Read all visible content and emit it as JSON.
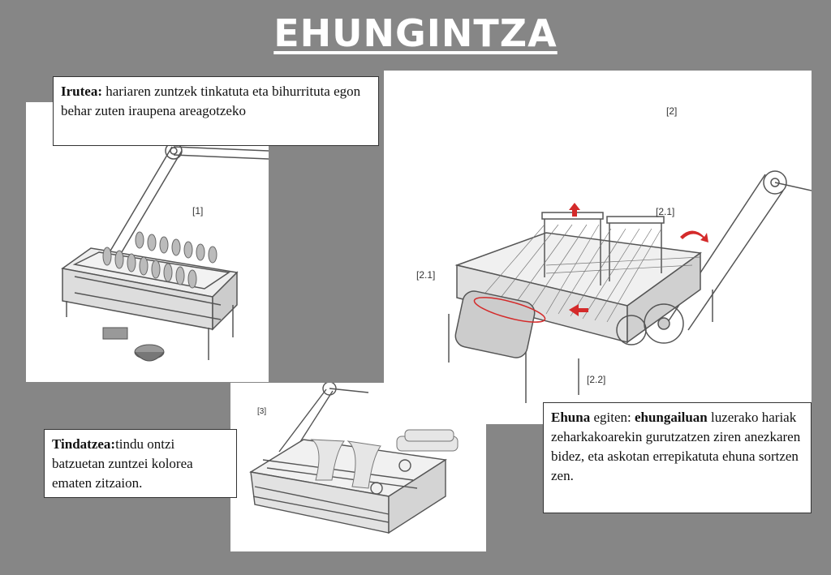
{
  "title": "EHUNGINTZA",
  "figures": {
    "fig1_label": "[1]",
    "fig2_label": "[2]",
    "fig2_sub1a": "[2.1]",
    "fig2_sub1b": "[2.1]",
    "fig2_sub2": "[2.2]",
    "fig3_label": "[3]"
  },
  "captions": {
    "irutea": {
      "term": "Irutea:",
      "text": " hariaren zuntzek tinkatuta eta bihurrituta egon behar zuten iraupena areagotzeko"
    },
    "tindatzea": {
      "term": "Tindatzea:",
      "text": "tindu ontzi batzuetan zuntzei kolorea ematen zitzaion."
    },
    "ehuna": {
      "term1": "Ehuna",
      "mid": " egiten: ",
      "term2": "ehungailuan",
      "text": " luzerako hariak zeharkakoarekin gurutzatzen ziren anezkaren bidez, eta askotan errepikatuta ehuna sortzen zen."
    }
  },
  "colors": {
    "background": "#868686",
    "panel": "#ffffff",
    "arrow": "#d42a2a",
    "line": "#555555"
  }
}
